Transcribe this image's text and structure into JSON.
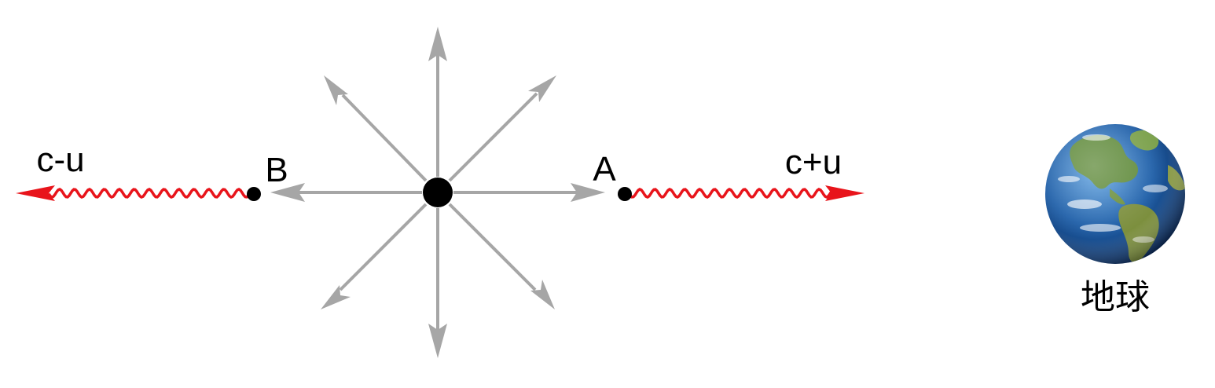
{
  "labels": {
    "point_a": "A",
    "point_b": "B",
    "speed_right": "c+u",
    "speed_left": "c-u",
    "earth": "地球"
  },
  "colors": {
    "arrow_gray": "#a6a6a6",
    "wave_red": "#e8141b",
    "dot_black": "#000000",
    "ocean_blue": "#1f5fa8",
    "land_green": "#5f8a3a"
  },
  "icons": {
    "earth": "earth-globe-icon",
    "source": "point-source-dot"
  }
}
